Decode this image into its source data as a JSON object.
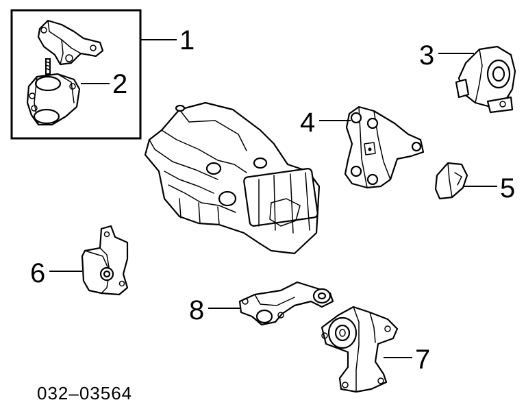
{
  "callouts": [
    {
      "id": "1",
      "label": "1"
    },
    {
      "id": "2",
      "label": "2"
    },
    {
      "id": "3",
      "label": "3"
    },
    {
      "id": "4",
      "label": "4"
    },
    {
      "id": "5",
      "label": "5"
    },
    {
      "id": "6",
      "label": "6"
    },
    {
      "id": "7",
      "label": "7"
    },
    {
      "id": "8",
      "label": "8"
    }
  ],
  "diagram_code": "032–03564"
}
